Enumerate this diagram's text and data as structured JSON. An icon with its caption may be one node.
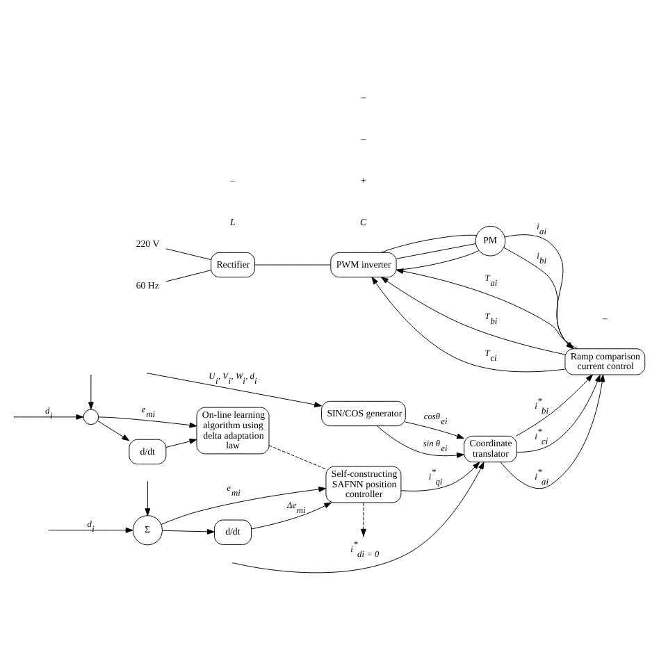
{
  "diagram": {
    "nodes": [
      {
        "text": [
          "220 V"
        ]
      },
      {
        "text": [
          "60 Hz"
        ]
      },
      {
        "text": [
          "Rectifier"
        ]
      },
      {
        "text": [
          "PWM inverter"
        ]
      },
      {
        "text": [
          "PM"
        ]
      },
      {
        "text": [
          "Ramp comparison current control"
        ]
      },
      {
        "text": [
          "Coordinate translator"
        ]
      },
      {
        "text": [
          "SIN/COS generator"
        ]
      },
      {
        "text": [
          "Self-constructing SAFNN position controller"
        ]
      },
      {
        "text": [
          "On-line learning algorithm using delta adaptation law"
        ]
      },
      {
        "text": [
          "d/dt"
        ]
      },
      {
        "text": [
          "d/dt"
        ]
      },
      {
        "text": [],
        "shape": "circle"
      },
      {
        "text": [
          "Σ"
        ]
      }
    ],
    "edges": [
      {
        "from": 0,
        "to": 2,
        "arrow": "none"
      },
      {
        "from": 1,
        "to": 2,
        "arrow": "none"
      },
      {
        "from": 2,
        "to": 3,
        "arrow": "none"
      },
      {
        "from": 3,
        "to": 4,
        "arrow": "none"
      },
      {
        "from": 3,
        "to": 4,
        "arrow": "none"
      },
      {
        "from": 3,
        "to": 4,
        "arrow": "none"
      },
      {
        "from": 5,
        "to": 3,
        "arrow": "to",
        "label": "T$_{ai}$"
      },
      {
        "from": 5,
        "to": 3,
        "arrow": "to",
        "label": "T$_{bi}$"
      },
      {
        "from": 5,
        "to": 3,
        "arrow": "to",
        "label": "T$_{ci}$"
      },
      {
        "from": 4,
        "to": 5,
        "arrow": "to",
        "label": "i$_{ai}$"
      },
      {
        "from": 4,
        "to": 5,
        "arrow": "to",
        "label": "i$_{bi}$"
      },
      {
        "from": 6,
        "to": 5,
        "arrow": "to",
        "label": "i$^{*}$$_{ai}$"
      },
      {
        "from": 6,
        "to": 5,
        "arrow": "to",
        "label": "i$^{*}$$_{bi}$"
      },
      {
        "from": 6,
        "to": 5,
        "arrow": "to",
        "label": "i$^{*}$$_{ci}$"
      },
      {
        "from": 8,
        "to": 6,
        "arrow": "to",
        "label": "i$^{*}$$_{qi}$"
      },
      {
        "from": null,
        "to": 6,
        "arrow": "to",
        "label": "i$^{*}$$_{di = 0}$"
      },
      {
        "from": 7,
        "to": 6,
        "arrow": "to",
        "label": "cosθ$_{ei}$"
      },
      {
        "from": 7,
        "to": 6,
        "arrow": "to",
        "label": "sin θ$_{ei}$"
      },
      {
        "from": null,
        "to": 7,
        "arrow": "to",
        "label": "U$_{i}$, V$_{i}$, W$_{i}$, d$_{i}$"
      },
      {
        "from": null,
        "to": 12,
        "arrow": "to",
        "label": "d$_{i}$"
      },
      {
        "from": null,
        "to": 12,
        "arrow": "to"
      },
      {
        "from": 12,
        "to": 9,
        "arrow": "to",
        "label": "e$_{mi}$"
      },
      {
        "from": 12,
        "to": 10,
        "arrow": "to"
      },
      {
        "from": 10,
        "to": 9,
        "arrow": "to"
      },
      {
        "from": null,
        "to": 13,
        "arrow": "to",
        "label": "d$_{i}$"
      },
      {
        "from": null,
        "to": 13,
        "arrow": "to"
      },
      {
        "from": 13,
        "to": 8,
        "arrow": "to",
        "label": "e$_{mi}$"
      },
      {
        "from": 13,
        "to": 11,
        "arrow": "to"
      },
      {
        "from": 11,
        "to": 8,
        "arrow": "to",
        "label": "Δe$_{mi}$"
      },
      {
        "from": 9,
        "to": 8,
        "arrow": "none",
        "style": "dashed"
      },
      {
        "from": 8,
        "to": null,
        "arrow": "to",
        "style": "dashed"
      }
    ],
    "labels": [
      "L",
      "C",
      "+",
      "–",
      "–",
      "–",
      "–"
    ]
  }
}
